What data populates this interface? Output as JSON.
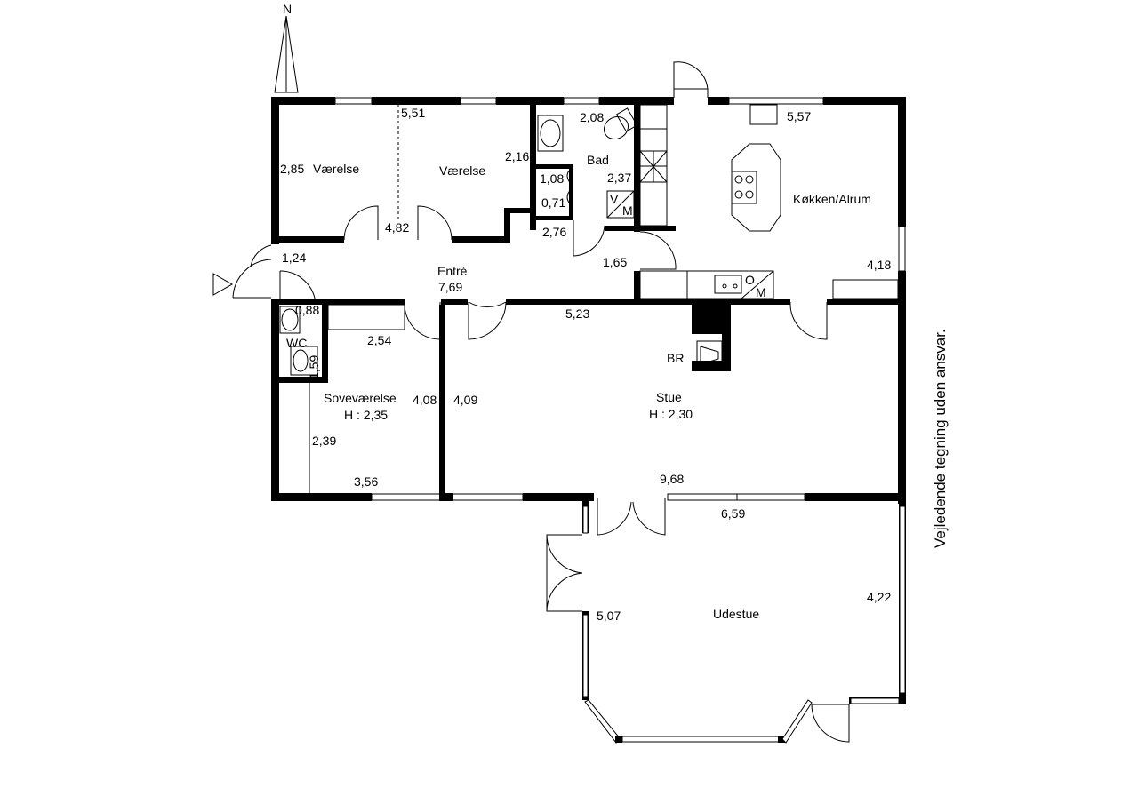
{
  "compass": {
    "letter": "N"
  },
  "disclaimer": "Vejledende tegning uden ansvar.",
  "rooms": {
    "vaerelse1": "Værelse",
    "vaerelse2": "Værelse",
    "bad": "Bad",
    "kokken": "Køkken/Alrum",
    "entre": "Entré",
    "wc": "WC",
    "sovevaerelse": "Soveværelse",
    "sovevaerelse_height": "H : 2,35",
    "stue": "Stue",
    "stue_height": "H : 2,30",
    "udestue": "Udestue",
    "br": "BR"
  },
  "dimensions": {
    "d551": "5,51",
    "d285": "2,85",
    "d482": "4,82",
    "d208": "2,08",
    "d216": "2,16",
    "d237": "2,37",
    "d108": "1,08",
    "d071": "0,71",
    "d276": "2,76",
    "d557": "5,57",
    "d165": "1,65",
    "d418": "4,18",
    "d124": "1,24",
    "d769": "7,69",
    "d523": "5,23",
    "d088": "0,88",
    "d159": "1,59",
    "d254": "2,54",
    "d408": "4,08",
    "d409": "4,09",
    "d239": "2,39",
    "d356": "3,56",
    "d968": "9,68",
    "d659": "6,59",
    "d507": "5,07",
    "d422": "4,22"
  },
  "symbols": {
    "v": "V",
    "m": "M",
    "o": "O",
    "m2": "M"
  }
}
